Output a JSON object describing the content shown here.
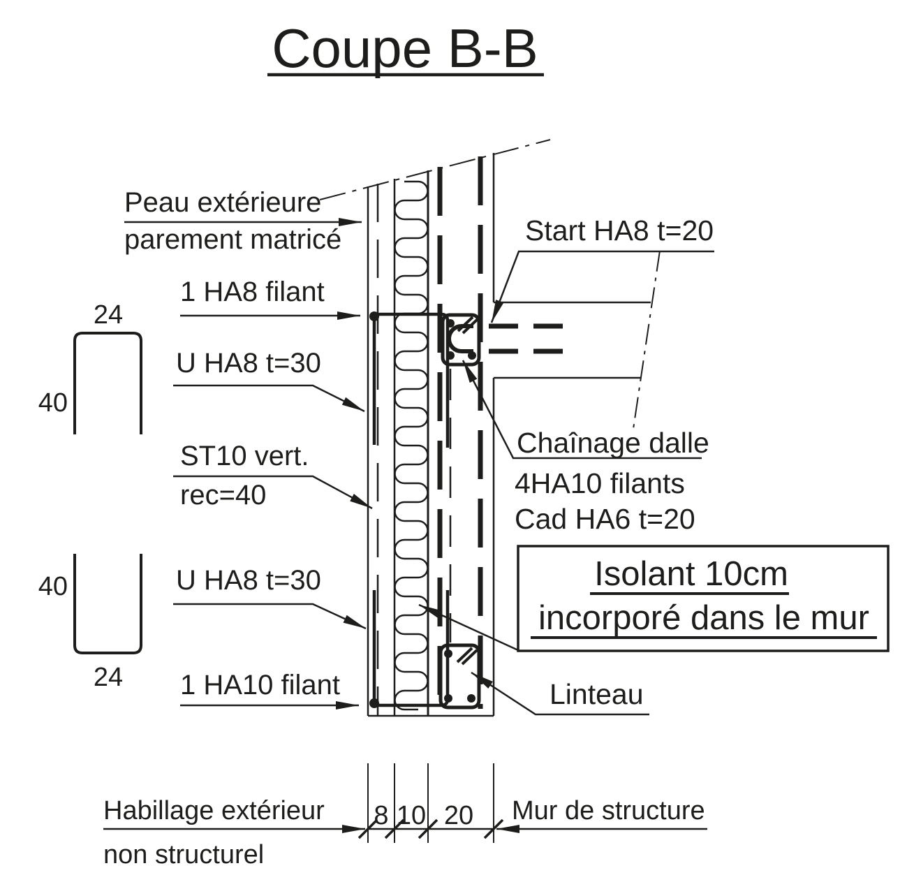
{
  "title": "Coupe B-B",
  "colors": {
    "ink": "#1d1d1b",
    "background": "#ffffff"
  },
  "labels_left": {
    "peau_line1": "Peau extérieure",
    "peau_line2": "parement matricé",
    "ha8_filant": "1 HA8 filant",
    "u_ha8": "U HA8 t=30",
    "st10_line1": "ST10 vert.",
    "st10_line2": "rec=40",
    "ha10_filant": "1 HA10 filant"
  },
  "labels_right": {
    "start_ha8": "Start HA8 t=20",
    "chainage_dalle": "Chaînage dalle",
    "filants_4ha10": "4HA10 filants",
    "cad_ha6": "Cad HA6 t=20",
    "isolant_line1": "Isolant 10cm",
    "isolant_line2": "incorporé dans le mur",
    "linteau": "Linteau"
  },
  "labels_bottom": {
    "habillage_line1": "Habillage extérieur",
    "habillage_line2": "non structurel",
    "mur_structure": "Mur de structure"
  },
  "dimensions": {
    "stirrup_width": "24",
    "stirrup_height": "40",
    "skin_thickness": "8",
    "insulation_thickness": "10",
    "wall_thickness": "20"
  }
}
